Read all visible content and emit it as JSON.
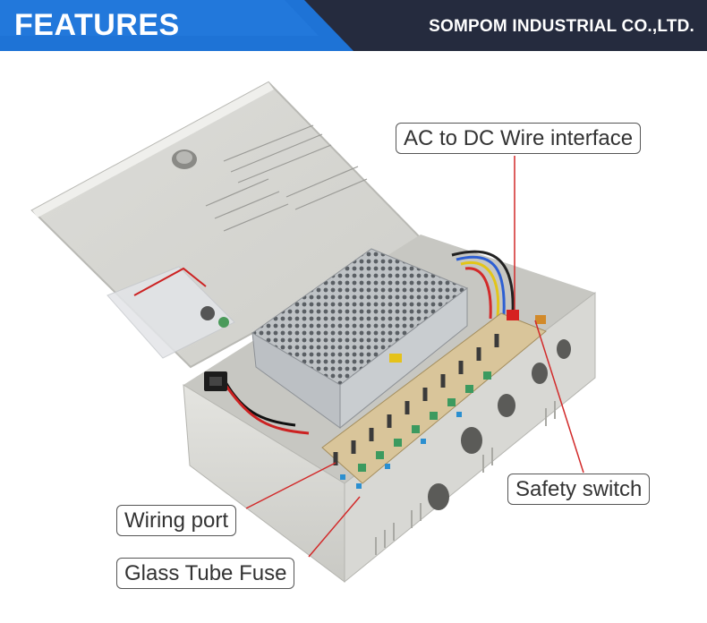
{
  "header": {
    "title": "FEATURES",
    "company": "SOMPOM INDUSTRIAL CO.,LTD.",
    "colors": {
      "dark": "#252b3e",
      "blue": "#1e73d6"
    }
  },
  "product": {
    "image": "power-supply-box-photo",
    "labels": {
      "ac_dc": "AC to DC Wire interface",
      "safety_switch": "Safety switch",
      "wiring_port": "Wiring port",
      "fuse": "Glass Tube Fuse"
    },
    "colors": {
      "leader_line": "#d22a2a",
      "box": "#e6e6e2"
    }
  }
}
